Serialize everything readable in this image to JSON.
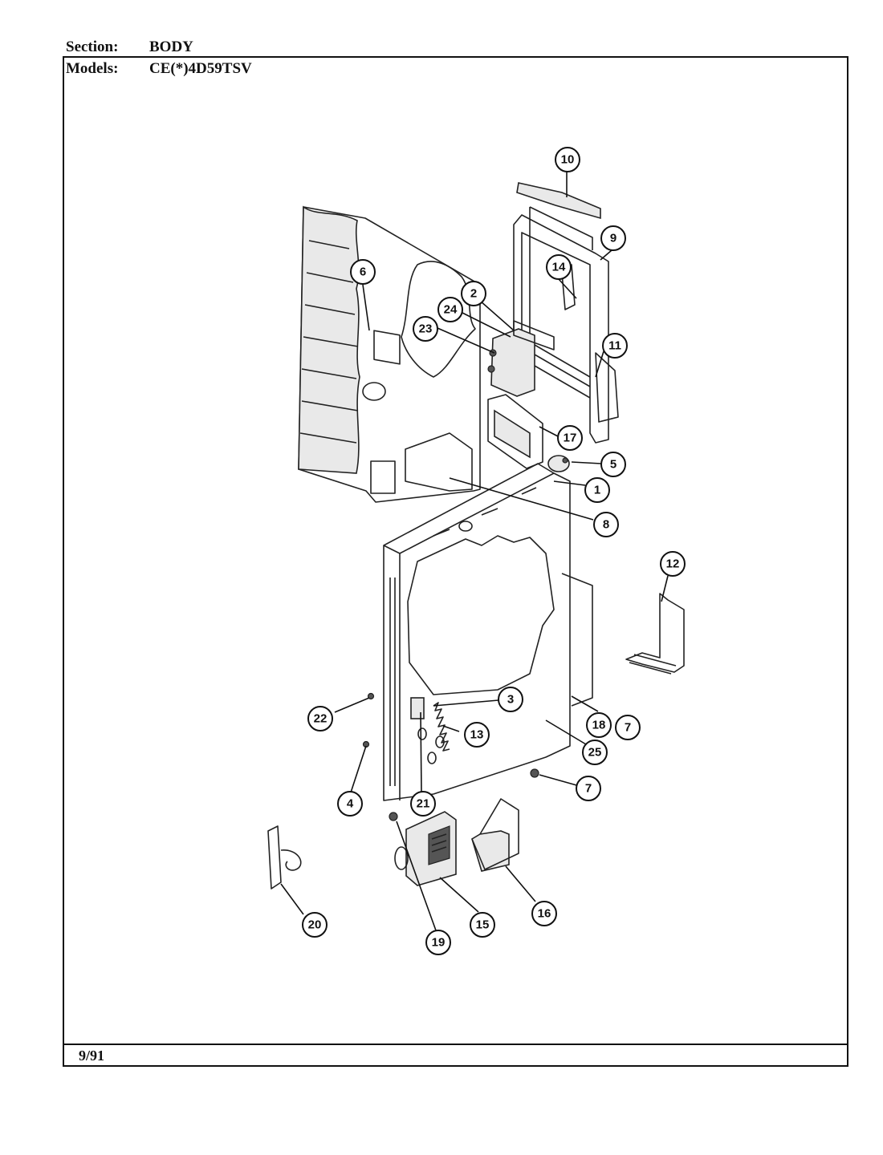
{
  "header": {
    "section_label": "Section:",
    "section_value": "BODY",
    "models_label": "Models:",
    "models_value": "CE(*)4D59TSV"
  },
  "footer": {
    "date": "9/91"
  },
  "callouts": [
    {
      "id": "c1",
      "label": "1"
    },
    {
      "id": "c2",
      "label": "2"
    },
    {
      "id": "c3",
      "label": "3"
    },
    {
      "id": "c4",
      "label": "4"
    },
    {
      "id": "c5",
      "label": "5"
    },
    {
      "id": "c6",
      "label": "6"
    },
    {
      "id": "c7a",
      "label": "7"
    },
    {
      "id": "c7b",
      "label": "7"
    },
    {
      "id": "c8",
      "label": "8"
    },
    {
      "id": "c9",
      "label": "9"
    },
    {
      "id": "c10",
      "label": "10"
    },
    {
      "id": "c11",
      "label": "11"
    },
    {
      "id": "c12",
      "label": "12"
    },
    {
      "id": "c13",
      "label": "13"
    },
    {
      "id": "c14",
      "label": "14"
    },
    {
      "id": "c15",
      "label": "15"
    },
    {
      "id": "c16",
      "label": "16"
    },
    {
      "id": "c17",
      "label": "17"
    },
    {
      "id": "c18",
      "label": "18"
    },
    {
      "id": "c19",
      "label": "19"
    },
    {
      "id": "c20",
      "label": "20"
    },
    {
      "id": "c21",
      "label": "21"
    },
    {
      "id": "c22",
      "label": "22"
    },
    {
      "id": "c23",
      "label": "23"
    },
    {
      "id": "c24",
      "label": "24"
    },
    {
      "id": "c25",
      "label": "25"
    }
  ]
}
